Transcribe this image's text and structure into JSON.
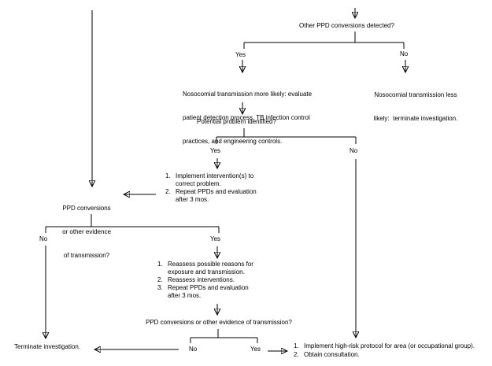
{
  "style": {
    "ink": "#000000",
    "background": "#ffffff"
  },
  "flow": {
    "q_other_ppd": "Other PPD conversions detected?",
    "branch_other_ppd": {
      "yes": "Yes",
      "no": "No"
    },
    "nosocomial_more_likely": {
      "line1": "Nosocomial transmission more likely: evaluate",
      "line2": "patient detection process, TB infection control",
      "line3": "practices, and engineering controls."
    },
    "nosocomial_less_likely": {
      "line1": "Nosocomial transmission less",
      "line2": "likely:  terminate investigation."
    },
    "q_potential_problem": "Potential problem identified?",
    "branch_potential_problem": {
      "yes": "Yes",
      "no": "No"
    },
    "implement_interventions": {
      "items": [
        {
          "num": "1.",
          "line1": "Implement intervention(s) to",
          "line2": "correct problem."
        },
        {
          "num": "2.",
          "line1": "Repeat PPDs and evaluation",
          "line2": "after 3 mos."
        }
      ]
    },
    "q_ppd_evidence": {
      "line1": "PPD conversions",
      "line2": "or other evidence",
      "line3": "of transmission?"
    },
    "branch_ppd_evidence": {
      "yes": "Yes",
      "no": "No"
    },
    "reassess": {
      "items": [
        {
          "num": "1.",
          "line1": "Reassess possible reasons for",
          "line2": "exposure and transmission."
        },
        {
          "num": "2.",
          "line1": "Reassess interventions."
        },
        {
          "num": "3.",
          "line1": "Repeat PPDs and evaluation",
          "line2": "after 3 mos."
        }
      ]
    },
    "q_ppd_evidence2": "PPD conversions or other evidence of transmission?",
    "branch_ppd_evidence2": {
      "yes": "Yes",
      "no": "No"
    },
    "terminate": "Terminate investigation.",
    "high_risk": {
      "items": [
        {
          "num": "1.",
          "line1": "Implement high-risk protocol for area (or occupational group)."
        },
        {
          "num": "2.",
          "line1": "Obtain consultation."
        }
      ]
    }
  }
}
